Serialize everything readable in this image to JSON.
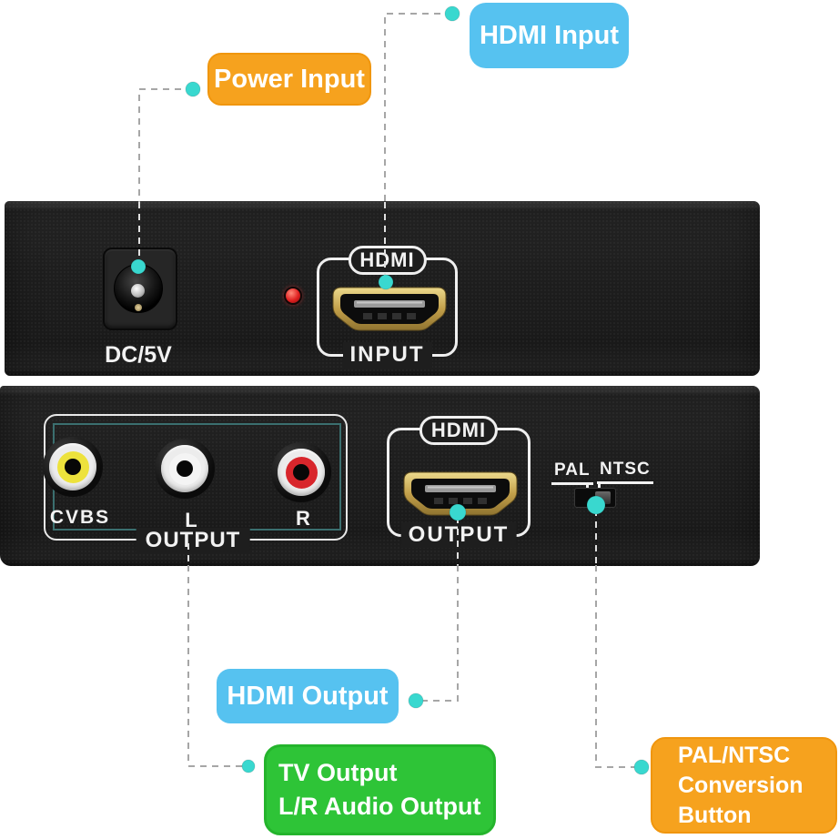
{
  "colors": {
    "callout_blue": "#56c2f0",
    "callout_orange": "#f6a21e",
    "callout_green": "#2ec437",
    "dot_cyan": "#39d8cf",
    "line_gray": "#a6a6a6",
    "line_light": "#e0e0e0",
    "device_black": "#1e1e1e",
    "hdmi_gold": "#c7a34c",
    "rca_yellow": "#ede23c",
    "rca_white": "#f4f4f4",
    "rca_red": "#d8262c",
    "led_red": "#e02020",
    "teal_outline": "#3b6f6f"
  },
  "callouts": {
    "power": {
      "label": "Power Input"
    },
    "hdmi_in": {
      "label": "HDMI Input"
    },
    "hdmi_out": {
      "label": "HDMI Output"
    },
    "tv": {
      "line1": "TV Output",
      "line2": "L/R Audio Output"
    },
    "pal": {
      "line1": "PAL/NTSC",
      "line2": "Conversion",
      "line3": "Button"
    }
  },
  "top_panel": {
    "power_jack_label": "DC/5V",
    "hdmi_badge": "HDMI",
    "hdmi_port_label": "INPUT"
  },
  "bottom_panel": {
    "jack_labels": {
      "cvbs": "CVBS",
      "left": "L",
      "right": "R"
    },
    "rca_group_label": "OUTPUT",
    "hdmi_badge": "HDMI",
    "hdmi_port_label": "OUTPUT",
    "switch_labels": {
      "pal": "PAL",
      "ntsc": "NTSC"
    }
  }
}
